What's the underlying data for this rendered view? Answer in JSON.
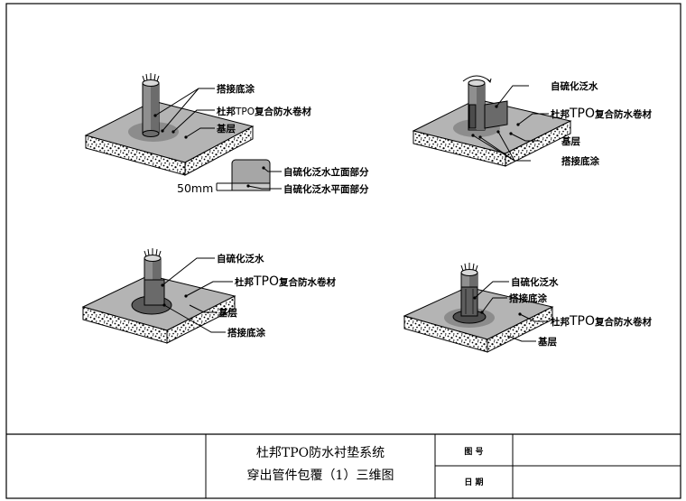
{
  "colors": {
    "membrane": "#b4b4b4",
    "membrane_dark": "#7e7e7e",
    "pipe": "#909090",
    "pipe_dark": "#5c5c5c",
    "flashing": "#707070",
    "primer": "#9a9a9a",
    "slab_side": "#ffffff",
    "line": "#000000"
  },
  "labels": {
    "primer": "搭接底涂",
    "membrane_tpo": "TPO",
    "membrane_prefix": "杜邦",
    "membrane_suffix": "复合防水卷材",
    "substrate": "基层",
    "flashing": "自硫化泛水",
    "flashing_vertical": "自硫化泛水立面部分",
    "flashing_horizontal": "自硫化泛水平面部分",
    "dimension": "50mm"
  },
  "title_block": {
    "title_line1": "杜邦TPO防水衬垫系统",
    "title_line2": "穿出管件包覆（1）三维图",
    "drawing_no_label": "图 号",
    "date_label": "日 期",
    "drawing_no_value": "",
    "date_value": ""
  }
}
